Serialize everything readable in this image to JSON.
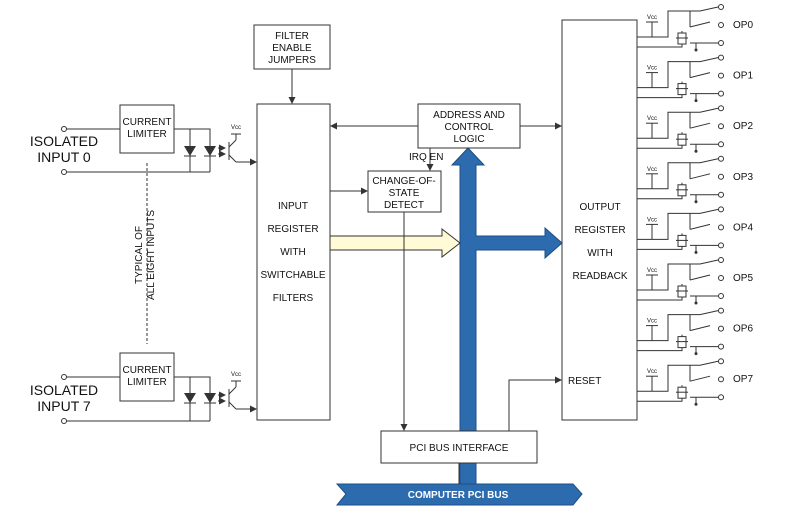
{
  "colors": {
    "bus_blue": "#2c6bad",
    "bus_outline": "#1d4f86",
    "data_arrow_fill": "#fffbd6"
  },
  "input_side": {
    "input0": [
      "ISOLATED",
      "INPUT 0"
    ],
    "input7": [
      "ISOLATED",
      "INPUT 7"
    ],
    "current_limiter": [
      "CURRENT",
      "LIMITER"
    ],
    "vcc": "Vcc",
    "typical_note": [
      "TYPICAL OF",
      "ALL EIGHT INPUTS"
    ]
  },
  "filter_jumpers": [
    "FILTER",
    "ENABLE",
    "JUMPERS"
  ],
  "input_register": [
    "INPUT",
    "REGISTER",
    "WITH",
    "SWITCHABLE",
    "FILTERS"
  ],
  "address_logic": [
    "ADDRESS AND",
    "CONTROL",
    "LOGIC"
  ],
  "irq_en": "IRQ EN",
  "change_of_state": [
    "CHANGE-OF-",
    "STATE",
    "DETECT"
  ],
  "output_register": [
    "OUTPUT",
    "REGISTER",
    "WITH",
    "READBACK"
  ],
  "reset": "RESET",
  "pci_interface": "PCI BUS INTERFACE",
  "computer_bus": "COMPUTER PCI BUS",
  "outputs": {
    "vcc": "Vcc",
    "labels": [
      "OP0",
      "OP1",
      "OP2",
      "OP3",
      "OP4",
      "OP5",
      "OP6",
      "OP7"
    ]
  }
}
